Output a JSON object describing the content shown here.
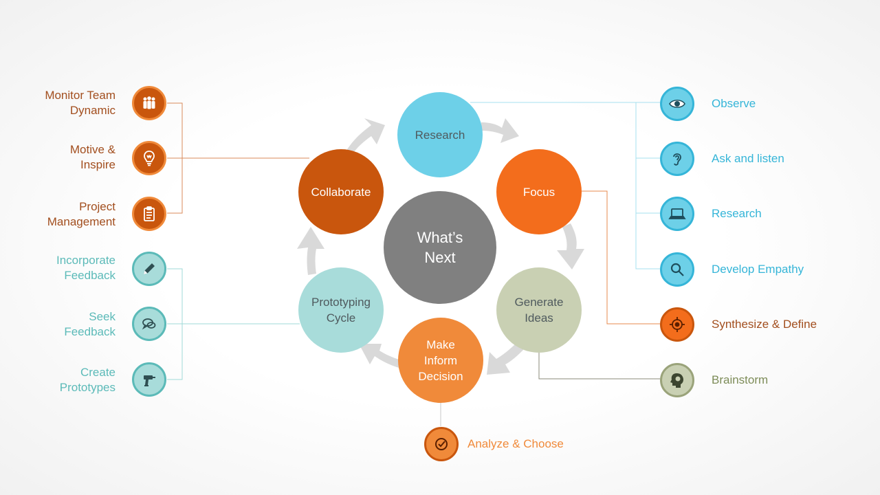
{
  "colors": {
    "orange_dark": "#c9560d",
    "orange": "#f36d1c",
    "orange_light": "#f08a3a",
    "cyan": "#6dd0e8",
    "teal_light": "#a8dcda",
    "sage": "#c9d0b3",
    "gray": "#808080",
    "brown_text": "#a24e1e",
    "teal_text": "#5bbab8",
    "cyan_text": "#35b5d8",
    "olive_text": "#7d8c58"
  },
  "cycle": {
    "center": "What’s\nNext",
    "nodes": [
      {
        "id": "research",
        "label": "Research"
      },
      {
        "id": "focus",
        "label": "Focus"
      },
      {
        "id": "generate",
        "label": "Generate\nIdeas"
      },
      {
        "id": "decision",
        "label": "Make\nInform\nDecision"
      },
      {
        "id": "prototyping",
        "label": "Prototyping\nCycle"
      },
      {
        "id": "collaborate",
        "label": "Collaborate"
      }
    ]
  },
  "left_items": [
    {
      "label": "Monitor Team\nDynamic",
      "icon": "team-icon"
    },
    {
      "label": "Motive &\nInspire",
      "icon": "lightbulb-icon"
    },
    {
      "label": "Project\nManagement",
      "icon": "clipboard-icon"
    },
    {
      "label": "Incorporate\nFeedback",
      "icon": "pencil-icon"
    },
    {
      "label": "Seek\nFeedback",
      "icon": "chat-icon"
    },
    {
      "label": "Create\nPrototypes",
      "icon": "drill-icon"
    }
  ],
  "right_items": [
    {
      "label": "Observe",
      "icon": "eye-icon"
    },
    {
      "label": "Ask and listen",
      "icon": "ear-icon"
    },
    {
      "label": "Research",
      "icon": "laptop-icon"
    },
    {
      "label": "Develop Empathy",
      "icon": "magnifier-icon"
    },
    {
      "label": "Synthesize & Define",
      "icon": "target-icon"
    },
    {
      "label": "Brainstorm",
      "icon": "brain-icon"
    }
  ],
  "bottom_item": {
    "label": "Analyze & Choose",
    "icon": "check-icon"
  }
}
